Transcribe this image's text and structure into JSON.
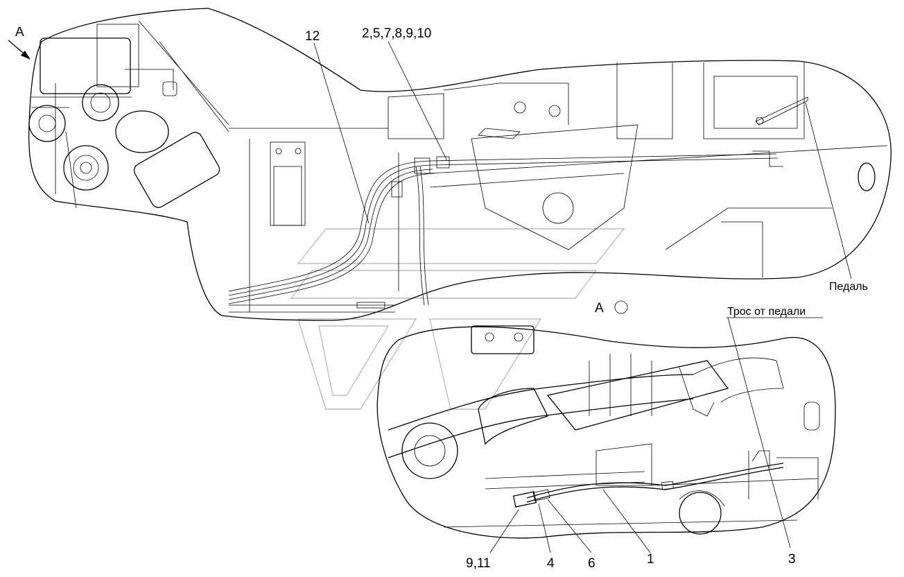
{
  "view_label_top": "A",
  "view_label_detail": "A",
  "callouts": {
    "c12": "12",
    "c2_5_7_8_9_10": "2,5,7,8,9,10",
    "c9_11": "9,11",
    "c4": "4",
    "c6": "6",
    "c1": "1",
    "c3": "3"
  },
  "notes": {
    "pedal": "Педаль",
    "cable_from_pedal": "Трос от педали"
  },
  "colors": {
    "line": "#000000",
    "watermark": "#bdbdbd",
    "background": "#ffffff"
  },
  "icons": {
    "view_arrow": "arrow-down-right-icon",
    "view_circle": "circle-icon"
  }
}
